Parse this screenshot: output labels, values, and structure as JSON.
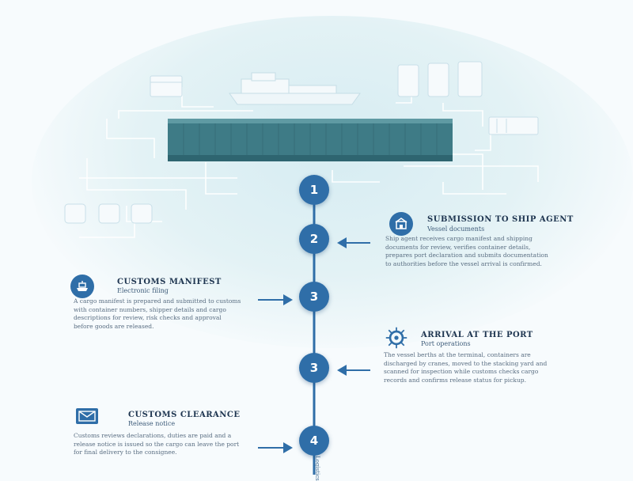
{
  "steps": [
    {
      "number": "1"
    },
    {
      "number": "2"
    },
    {
      "number": "3"
    },
    {
      "number": "3"
    },
    {
      "number": "4"
    }
  ],
  "cards": {
    "agent": {
      "icon": "building-icon",
      "title": "SUBMISSION TO SHIP AGENT",
      "subtitle": "Vessel documents",
      "body": "Ship agent receives cargo manifest and shipping documents for review, verifies container details, prepares port declaration and submits documentation to authorities before the vessel arrival is confirmed."
    },
    "manifest": {
      "icon": "ship-icon",
      "title": "CUSTOMS MANIFEST",
      "subtitle": "Electronic filing",
      "body": "A cargo manifest is prepared and submitted to customs with container numbers, shipper details and cargo descriptions for review, risk checks and approval before goods are released."
    },
    "port": {
      "icon": "gear-network-icon",
      "title": "ARRIVAL AT THE PORT",
      "subtitle": "Port operations",
      "body": "The vessel berths at the terminal, containers are discharged by cranes, moved to the stacking yard and scanned for inspection while customs checks cargo records and confirms release status for pickup."
    },
    "clearance": {
      "icon": "envelope-icon",
      "title": "CUSTOMS CLEARANCE",
      "subtitle": "Release notice",
      "body": "Customs reviews declarations, duties are paid and a release notice is issued so the cargo can leave the port for final delivery to the consignee."
    }
  },
  "footer_caption": "Logistics",
  "colors": {
    "accent": "#2f6ea8",
    "ship": "#3e7b86",
    "glow": "#d6ecf2"
  }
}
